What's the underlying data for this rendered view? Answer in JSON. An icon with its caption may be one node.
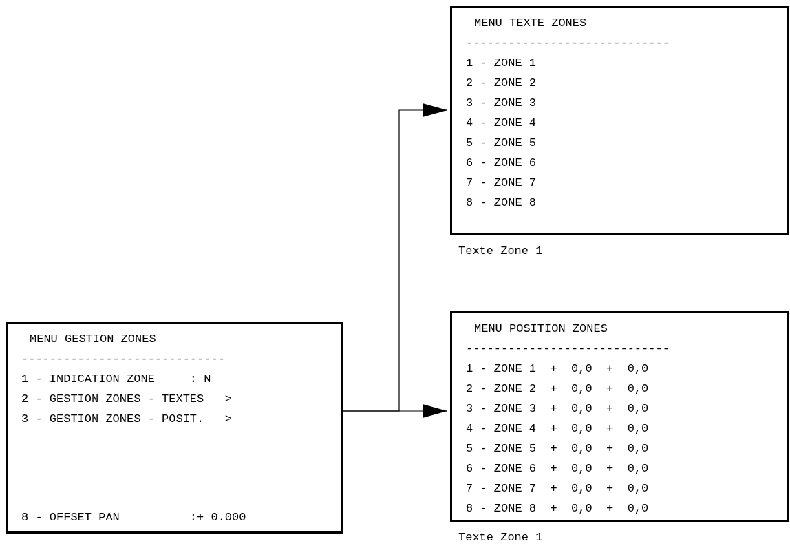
{
  "diagram": {
    "nodes": [
      {
        "text": [
          "MENU GESTION ZONES",
          "-----------------------------",
          "1 - INDICATION ZONE     : N",
          "2 - GESTION ZONES - TEXTES   >",
          "3 - GESTION ZONES - POSIT.   >",
          "8 - OFFSET PAN          :+ 0.000"
        ]
      },
      {
        "text": [
          "MENU TEXTE ZONES",
          "-----------------------------",
          "1 - ZONE 1",
          "2 - ZONE 2",
          "3 - ZONE 3",
          "4 - ZONE 4",
          "5 - ZONE 5",
          "6 - ZONE 6",
          "7 - ZONE 7",
          "8 - ZONE 8"
        ],
        "beside": [
          "Texte Zone 1"
        ]
      },
      {
        "text": [
          "MENU POSITION ZONES",
          "-----------------------------",
          "1 - ZONE 1  +  0,0  +  0,0",
          "2 - ZONE 2  +  0,0  +  0,0",
          "3 - ZONE 3  +  0,0  +  0,0",
          "4 - ZONE 4  +  0,0  +  0,0",
          "5 - ZONE 5  +  0,0  +  0,0",
          "6 - ZONE 6  +  0,0  +  0,0",
          "7 - ZONE 7  +  0,0  +  0,0",
          "8 - ZONE 8  +  0,0  +  0,0"
        ],
        "beside": [
          "Texte Zone 1"
        ]
      }
    ],
    "edges": [
      {
        "from": 0,
        "to": 1,
        "arrow": "to"
      },
      {
        "from": 0,
        "to": 2,
        "arrow": "to"
      }
    ]
  }
}
